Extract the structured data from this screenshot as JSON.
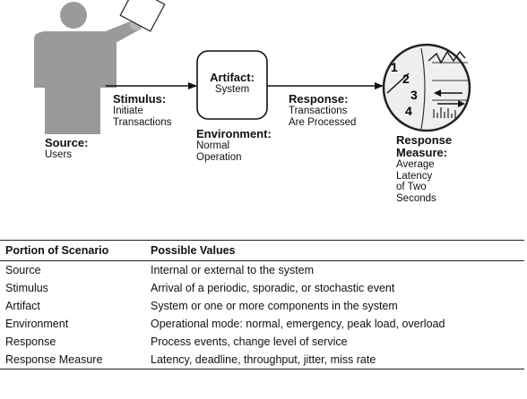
{
  "diagram": {
    "source": {
      "title": "Source:",
      "lines": [
        "Users"
      ]
    },
    "stimulus": {
      "title": "Stimulus:",
      "lines": [
        "Initiate",
        "Transactions"
      ]
    },
    "artifact": {
      "title": "Artifact:",
      "lines": [
        "System"
      ]
    },
    "environment": {
      "title": "Environment:",
      "lines": [
        "Normal",
        "Operation"
      ]
    },
    "response": {
      "title": "Response:",
      "lines": [
        "Transactions",
        "Are Processed"
      ]
    },
    "measure": {
      "title": "Response",
      "title2": "Measure:",
      "lines": [
        "Average",
        "Latency",
        "of Two",
        "Seconds"
      ]
    },
    "dial_numbers": [
      "1",
      "2",
      "3",
      "4"
    ]
  },
  "table": {
    "headers": [
      "Portion of Scenario",
      "Possible Values"
    ],
    "rows": [
      [
        "Source",
        "Internal or external to the system"
      ],
      [
        "Stimulus",
        "Arrival of a periodic, sporadic, or stochastic event"
      ],
      [
        "Artifact",
        "System or one or more components in the system"
      ],
      [
        "Environment",
        "Operational mode: normal, emergency, peak load, overload"
      ],
      [
        "Response",
        "Process events, change level of service"
      ],
      [
        "Response Measure",
        "Latency, deadline, throughput, jitter, miss rate"
      ]
    ]
  }
}
